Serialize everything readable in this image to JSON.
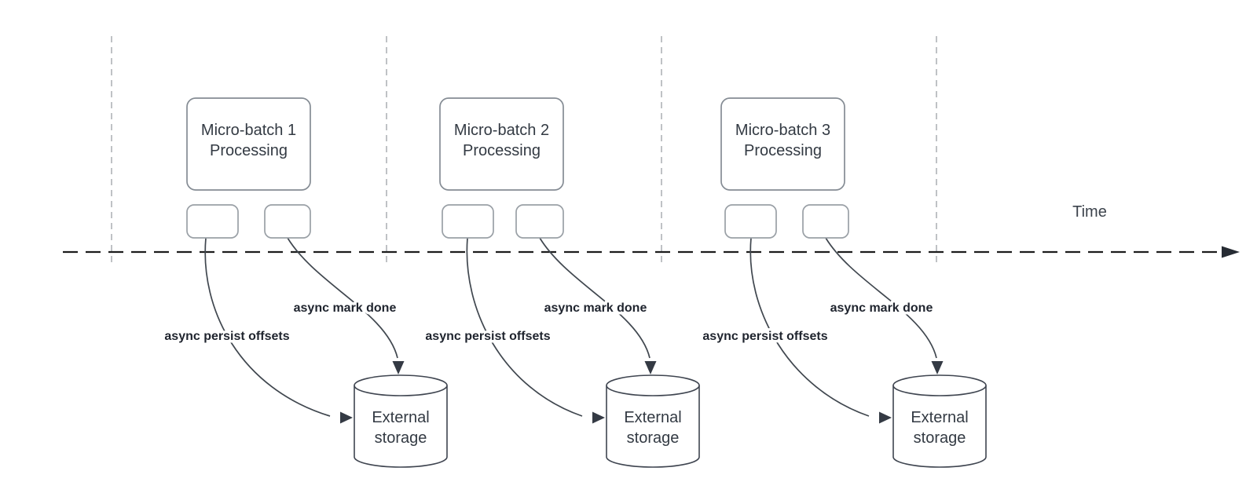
{
  "time_axis": {
    "label": "Time"
  },
  "groups": [
    {
      "box_line1": "Micro-batch 1",
      "box_line2": "Processing",
      "persist_label": "async persist offsets",
      "mark_done_label": "async mark done",
      "storage_line1": "External",
      "storage_line2": "storage"
    },
    {
      "box_line1": "Micro-batch 2",
      "box_line2": "Processing",
      "persist_label": "async persist offsets",
      "mark_done_label": "async mark done",
      "storage_line1": "External",
      "storage_line2": "storage"
    },
    {
      "box_line1": "Micro-batch 3",
      "box_line2": "Processing",
      "persist_label": "async persist offsets",
      "mark_done_label": "async mark done",
      "storage_line1": "External",
      "storage_line2": "storage"
    }
  ],
  "colors": {
    "axis": "#1d1d1d",
    "divider": "#b4b7bb",
    "box_border": "#858c94",
    "cylinder_border": "#3f4550",
    "curve": "#40474f",
    "label_text": "#1f242e",
    "shape_text": "#333a43"
  }
}
